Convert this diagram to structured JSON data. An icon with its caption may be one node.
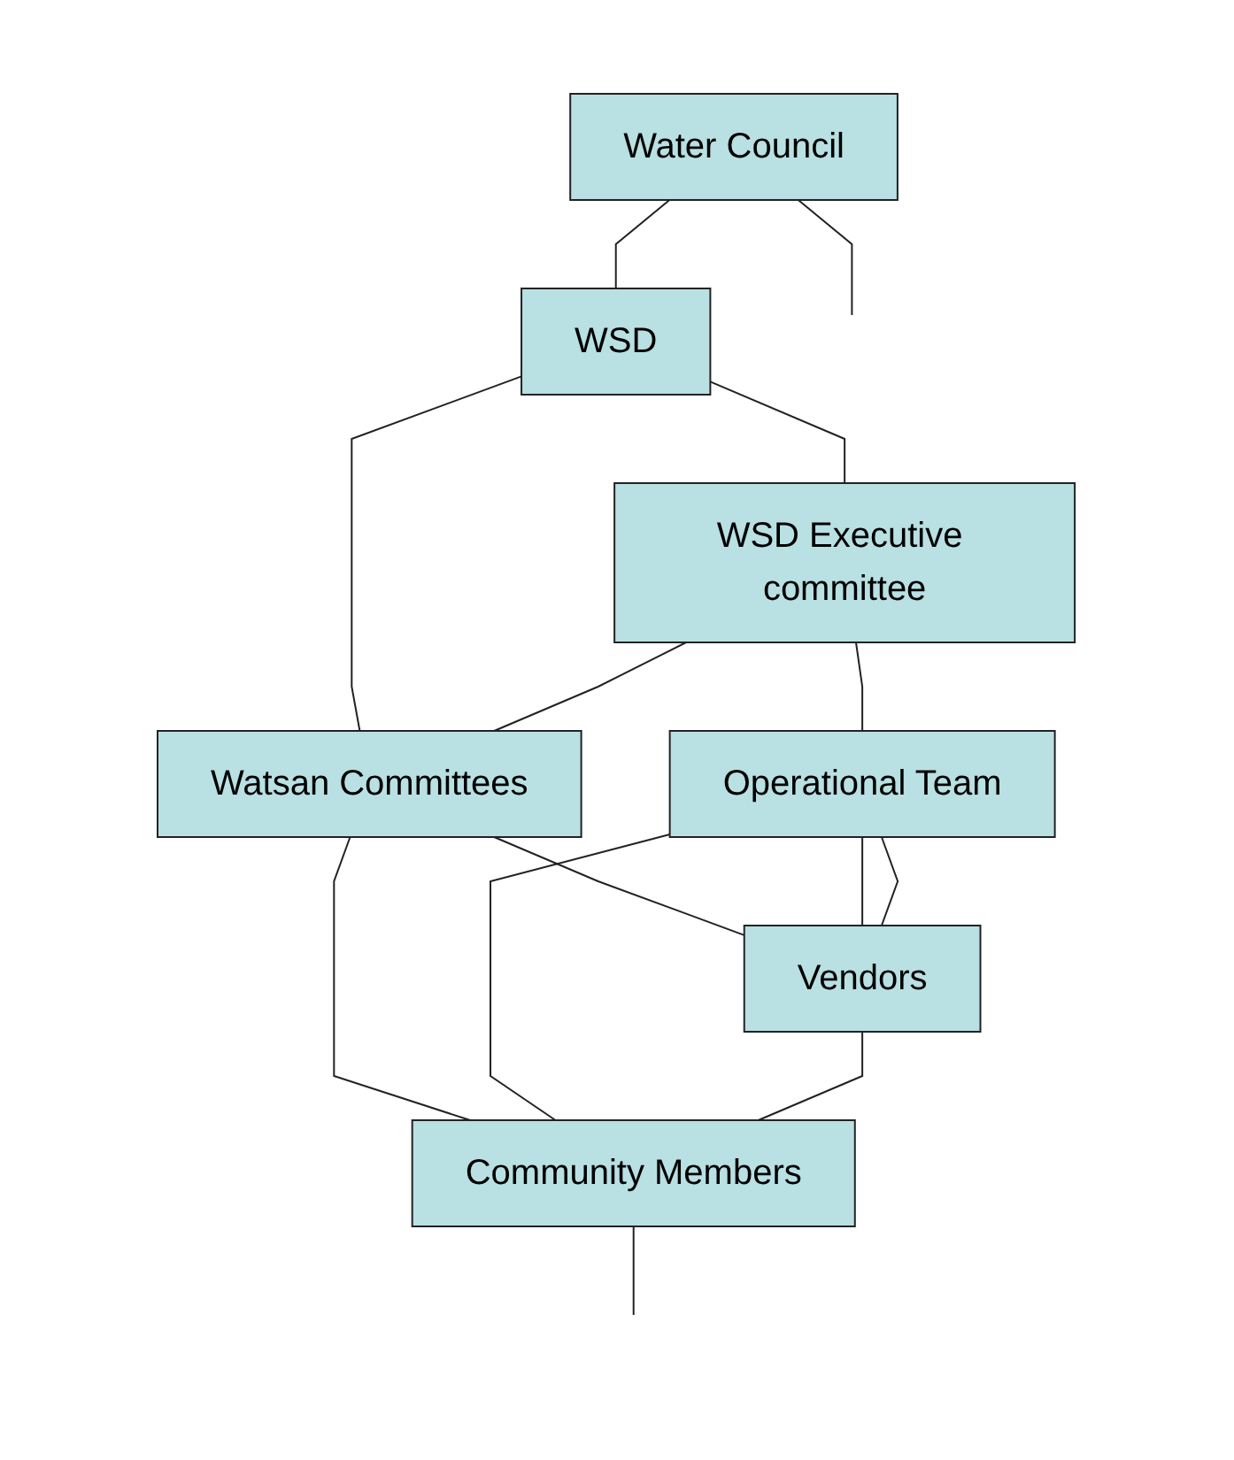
{
  "diagram": {
    "nodes": [
      {
        "text": [
          "Water Council"
        ]
      },
      {
        "text": [
          "WSD"
        ]
      },
      {
        "text": [
          "WSD Executive committee"
        ]
      },
      {
        "text": [
          "Watsan Committees"
        ]
      },
      {
        "text": [
          "Operational Team"
        ]
      },
      {
        "text": [
          "Vendors"
        ]
      },
      {
        "text": [
          "Community Members"
        ]
      }
    ],
    "edges": [
      {
        "from": 0,
        "to": null,
        "arrow": "none"
      },
      {
        "from": 0,
        "to": 1,
        "arrow": "none"
      },
      {
        "from": 1,
        "to": 2,
        "arrow": "none"
      },
      {
        "from": 1,
        "to": 3,
        "arrow": "none"
      },
      {
        "from": 2,
        "to": 3,
        "arrow": "none"
      },
      {
        "from": 2,
        "to": 4,
        "arrow": "none"
      },
      {
        "from": 3,
        "to": 5,
        "arrow": "none"
      },
      {
        "from": 3,
        "to": 6,
        "arrow": "none"
      },
      {
        "from": 4,
        "to": 5,
        "arrow": "none"
      },
      {
        "from": 4,
        "to": 5,
        "arrow": "none"
      },
      {
        "from": 4,
        "to": 6,
        "arrow": "none"
      },
      {
        "from": 5,
        "to": 6,
        "arrow": "none"
      },
      {
        "from": 6,
        "to": null,
        "arrow": "none"
      }
    ]
  }
}
